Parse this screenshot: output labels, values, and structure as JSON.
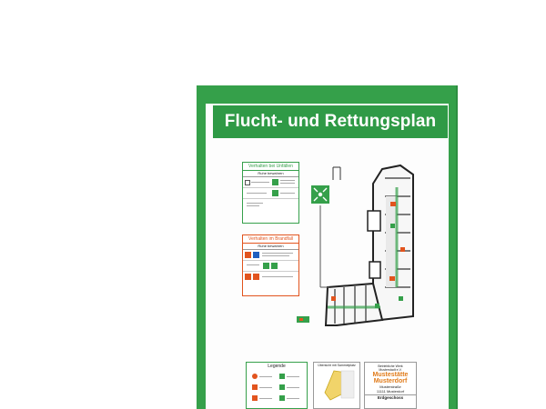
{
  "sign": {
    "title": "Flucht- und Rettungsplan",
    "colors": {
      "frame": "#35a04a",
      "header": "#2f9a46",
      "fire_box": "#e2541e"
    }
  },
  "accident_box": {
    "heading": "Verhalten bei Unfällen",
    "subheading": "Ruhe bewahren"
  },
  "fire_box": {
    "heading": "Verhalten im Brandfall",
    "subheading": "Ruhe bewahren"
  },
  "legend": {
    "title": "Legende"
  },
  "overview": {
    "title": "Übersicht mit Sammelplatz"
  },
  "info": {
    "line1": "Betriebliche Werk",
    "line2": "Musterstadt e.V.",
    "line3": "Mustestätte",
    "line4": "Musterdorf",
    "line5": "Musterstraße",
    "line6": "11111 Musterdorf",
    "floor": "Erdgeschoss"
  }
}
